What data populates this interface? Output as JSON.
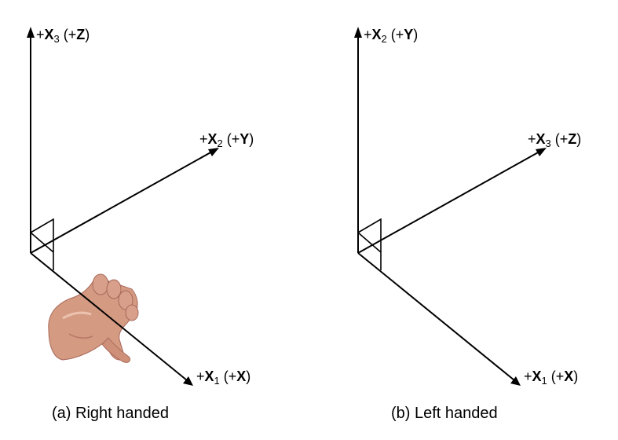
{
  "diagrams": {
    "right": {
      "caption": "(a) Right handed",
      "axes": {
        "vertical": {
          "plus": "+",
          "letter": "X",
          "sub": "3",
          "paren_open": " (+",
          "paren_letter": "Z",
          "paren_close": ")"
        },
        "diagonal_up": {
          "plus": "+",
          "letter": "X",
          "sub": "2",
          "paren_open": " (+",
          "paren_letter": "Y",
          "paren_close": ")"
        },
        "diagonal_down": {
          "plus": "+",
          "letter": "X",
          "sub": "1",
          "paren_open": " (+",
          "paren_letter": "X",
          "paren_close": ")"
        }
      }
    },
    "left": {
      "caption": "(b) Left handed",
      "axes": {
        "vertical": {
          "plus": "+",
          "letter": "X",
          "sub": "2",
          "paren_open": " (+",
          "paren_letter": "Y",
          "paren_close": ")"
        },
        "diagonal_up": {
          "plus": "+",
          "letter": "X",
          "sub": "3",
          "paren_open": " (+",
          "paren_letter": "Z",
          "paren_close": ")"
        },
        "diagonal_down": {
          "plus": "+",
          "letter": "X",
          "sub": "1",
          "paren_open": " (+",
          "paren_letter": "X",
          "paren_close": ")"
        }
      }
    }
  },
  "colors": {
    "line": "#000000",
    "hand_skin": "#d49a82",
    "hand_shadow": "#a8685a",
    "hand_highlight": "#ecc3b0"
  },
  "icons": {
    "hand": "right-hand-icon"
  }
}
